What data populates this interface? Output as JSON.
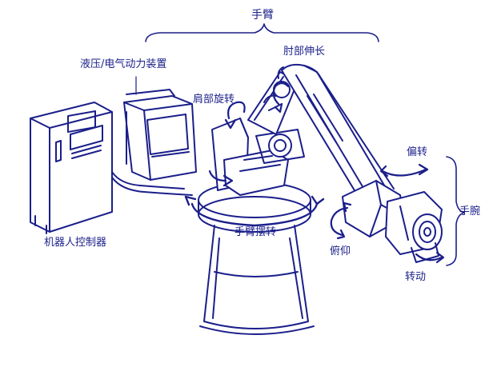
{
  "colors": {
    "ink": "#1b1f8a",
    "fill": "#ffffff"
  },
  "labels": {
    "arm": "手臂",
    "elbow_extend": "肘部伸长",
    "power_unit": "液压/电气动力装置",
    "shoulder_rotate": "肩部旋转",
    "yaw": "偏转",
    "wrist": "手腕",
    "arm_swing": "手臂摆转",
    "controller": "机器人控制器",
    "pitch": "俯仰",
    "roll": "转动"
  }
}
